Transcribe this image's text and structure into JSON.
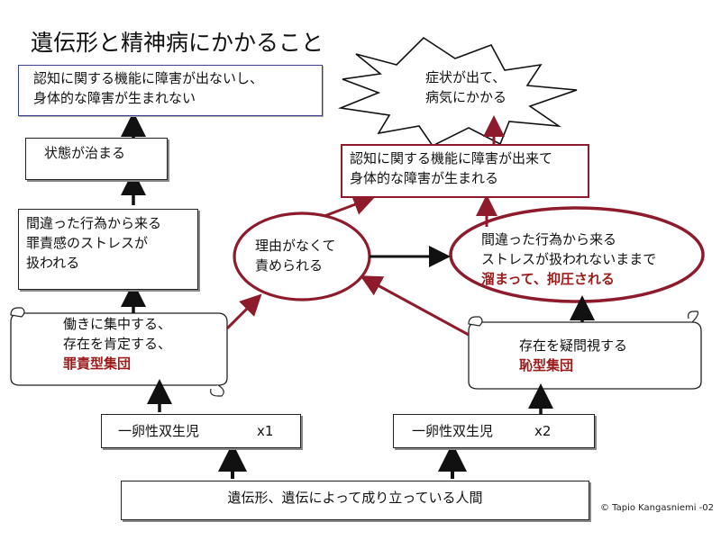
{
  "title": "遺伝形と精神病にかかること",
  "left": {
    "top_box": [
      "認知に関する機能に障害が出ないし、",
      "身体的な障害が生まれない"
    ],
    "stabilize": "状態が治まる",
    "guilt_stress": [
      "間違った行為から来る",
      "罪責感のストレスが",
      "扱われる"
    ],
    "scroll": [
      "働きに集中する、",
      "存在を肯定する、"
    ],
    "scroll_type": "罪責型集団",
    "twin": "一卵性双生児",
    "twin_num": "x1"
  },
  "right": {
    "burst": [
      "症状が出て、",
      "病気にかかる"
    ],
    "disorder_box": [
      "認知に関する機能に障害が出来て",
      "身体的な障害が生まれる"
    ],
    "blamed": [
      "理由がなくて",
      "責められる"
    ],
    "stress_oval": [
      "間違った行為から来る",
      "ストレスが扱われないままで"
    ],
    "stress_oval_red": "溜まって、抑圧される",
    "scroll": [
      "存在を疑問視する"
    ],
    "scroll_type": "恥型集団",
    "twin": "一卵性双生児",
    "twin_num": "x2"
  },
  "base": "遺伝形、遺伝によって成り立っている人間",
  "copyright": "© Tapio Kangasniemi -02",
  "colors": {
    "accent_red": "#8e1b2b",
    "text_red": "#9b1b1b",
    "blue_border": "#3b3f8f"
  }
}
